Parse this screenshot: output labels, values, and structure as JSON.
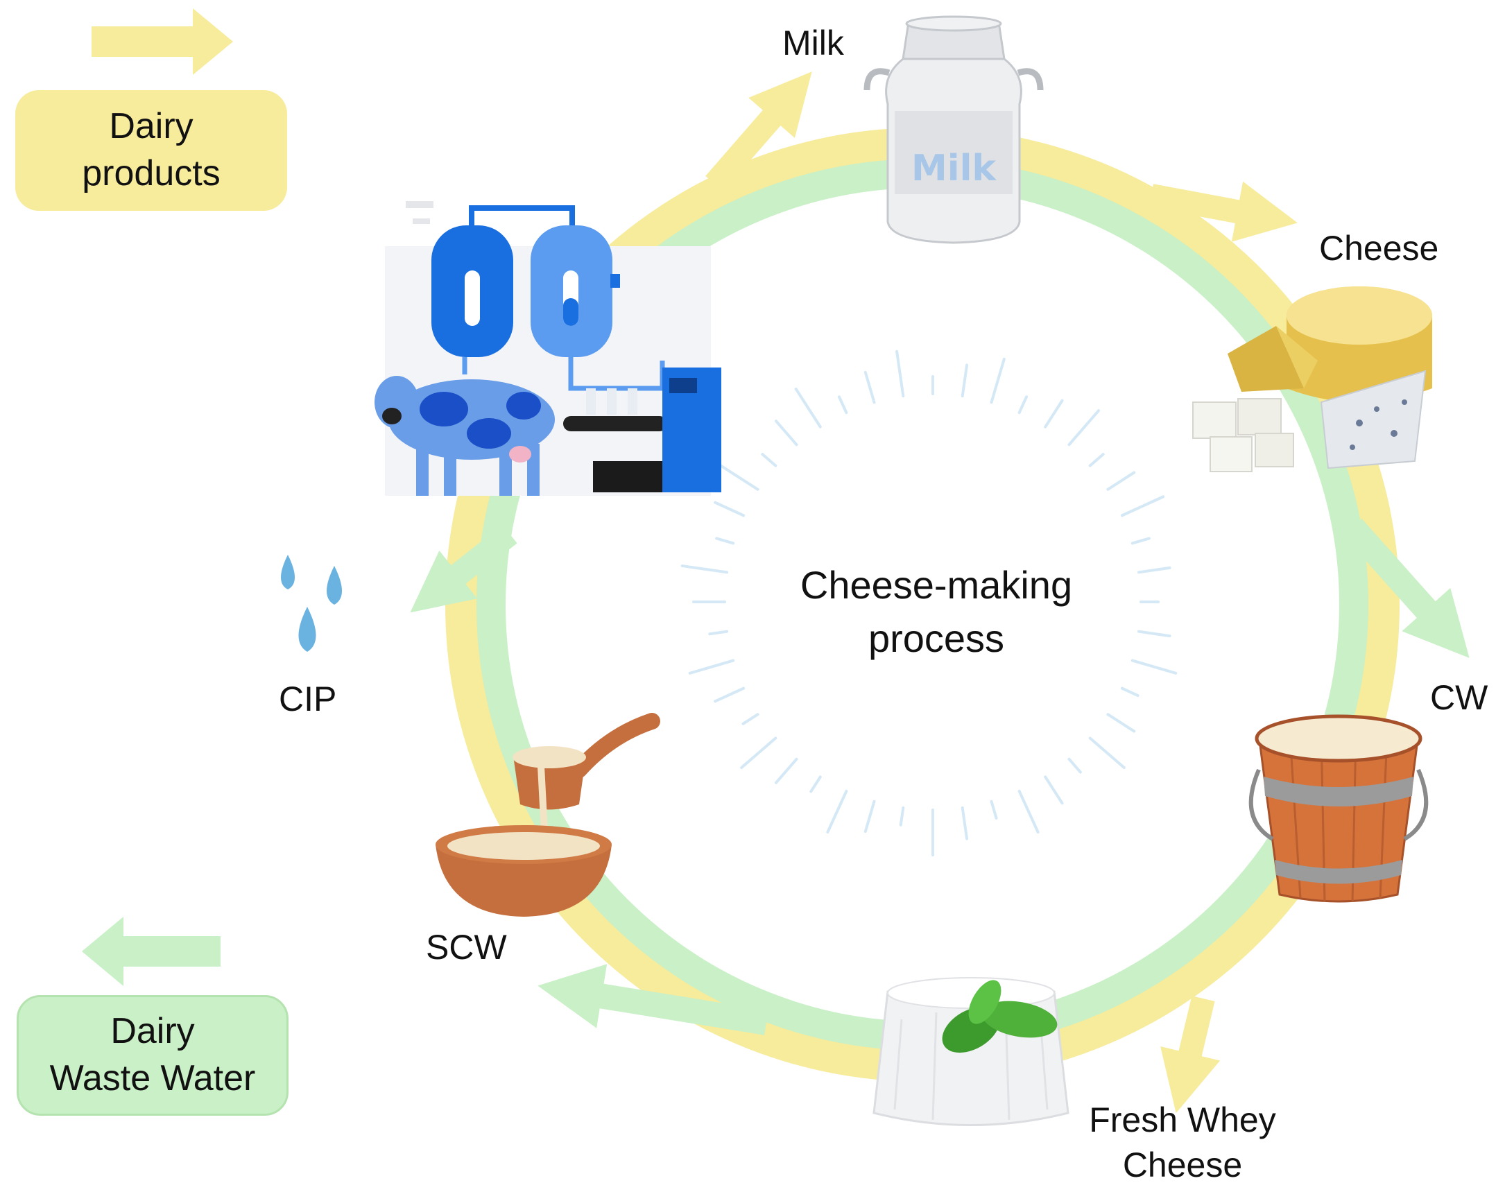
{
  "colors": {
    "dairy_flow": "#f7eb9c",
    "waste_flow": "#c9f0c6",
    "tick_color": "#d4e8f6"
  },
  "legend": {
    "dairy_products": {
      "line1": "Dairy",
      "line2": "products"
    },
    "dairy_waste_water": {
      "line1": "Dairy",
      "line2": "Waste Water"
    }
  },
  "center": {
    "line1": "Cheese-making",
    "line2": "process"
  },
  "nodes": {
    "milk": "Milk",
    "cheese": "Cheese",
    "cw": "CW",
    "fresh_whey_cheese": {
      "line1": "Fresh Whey",
      "line2": "Cheese"
    },
    "scw": "SCW",
    "cip": "CIP"
  },
  "icons": {
    "milk": "milk-can-icon",
    "cheese": "cheese-icon",
    "cw": "wooden-bucket-icon",
    "fresh_whey_cheese": "ricotta-basil-icon",
    "scw": "bowl-ladle-icon",
    "cip": "water-drops-icon",
    "dairy_plant": "dairy-plant-cow-icon"
  }
}
